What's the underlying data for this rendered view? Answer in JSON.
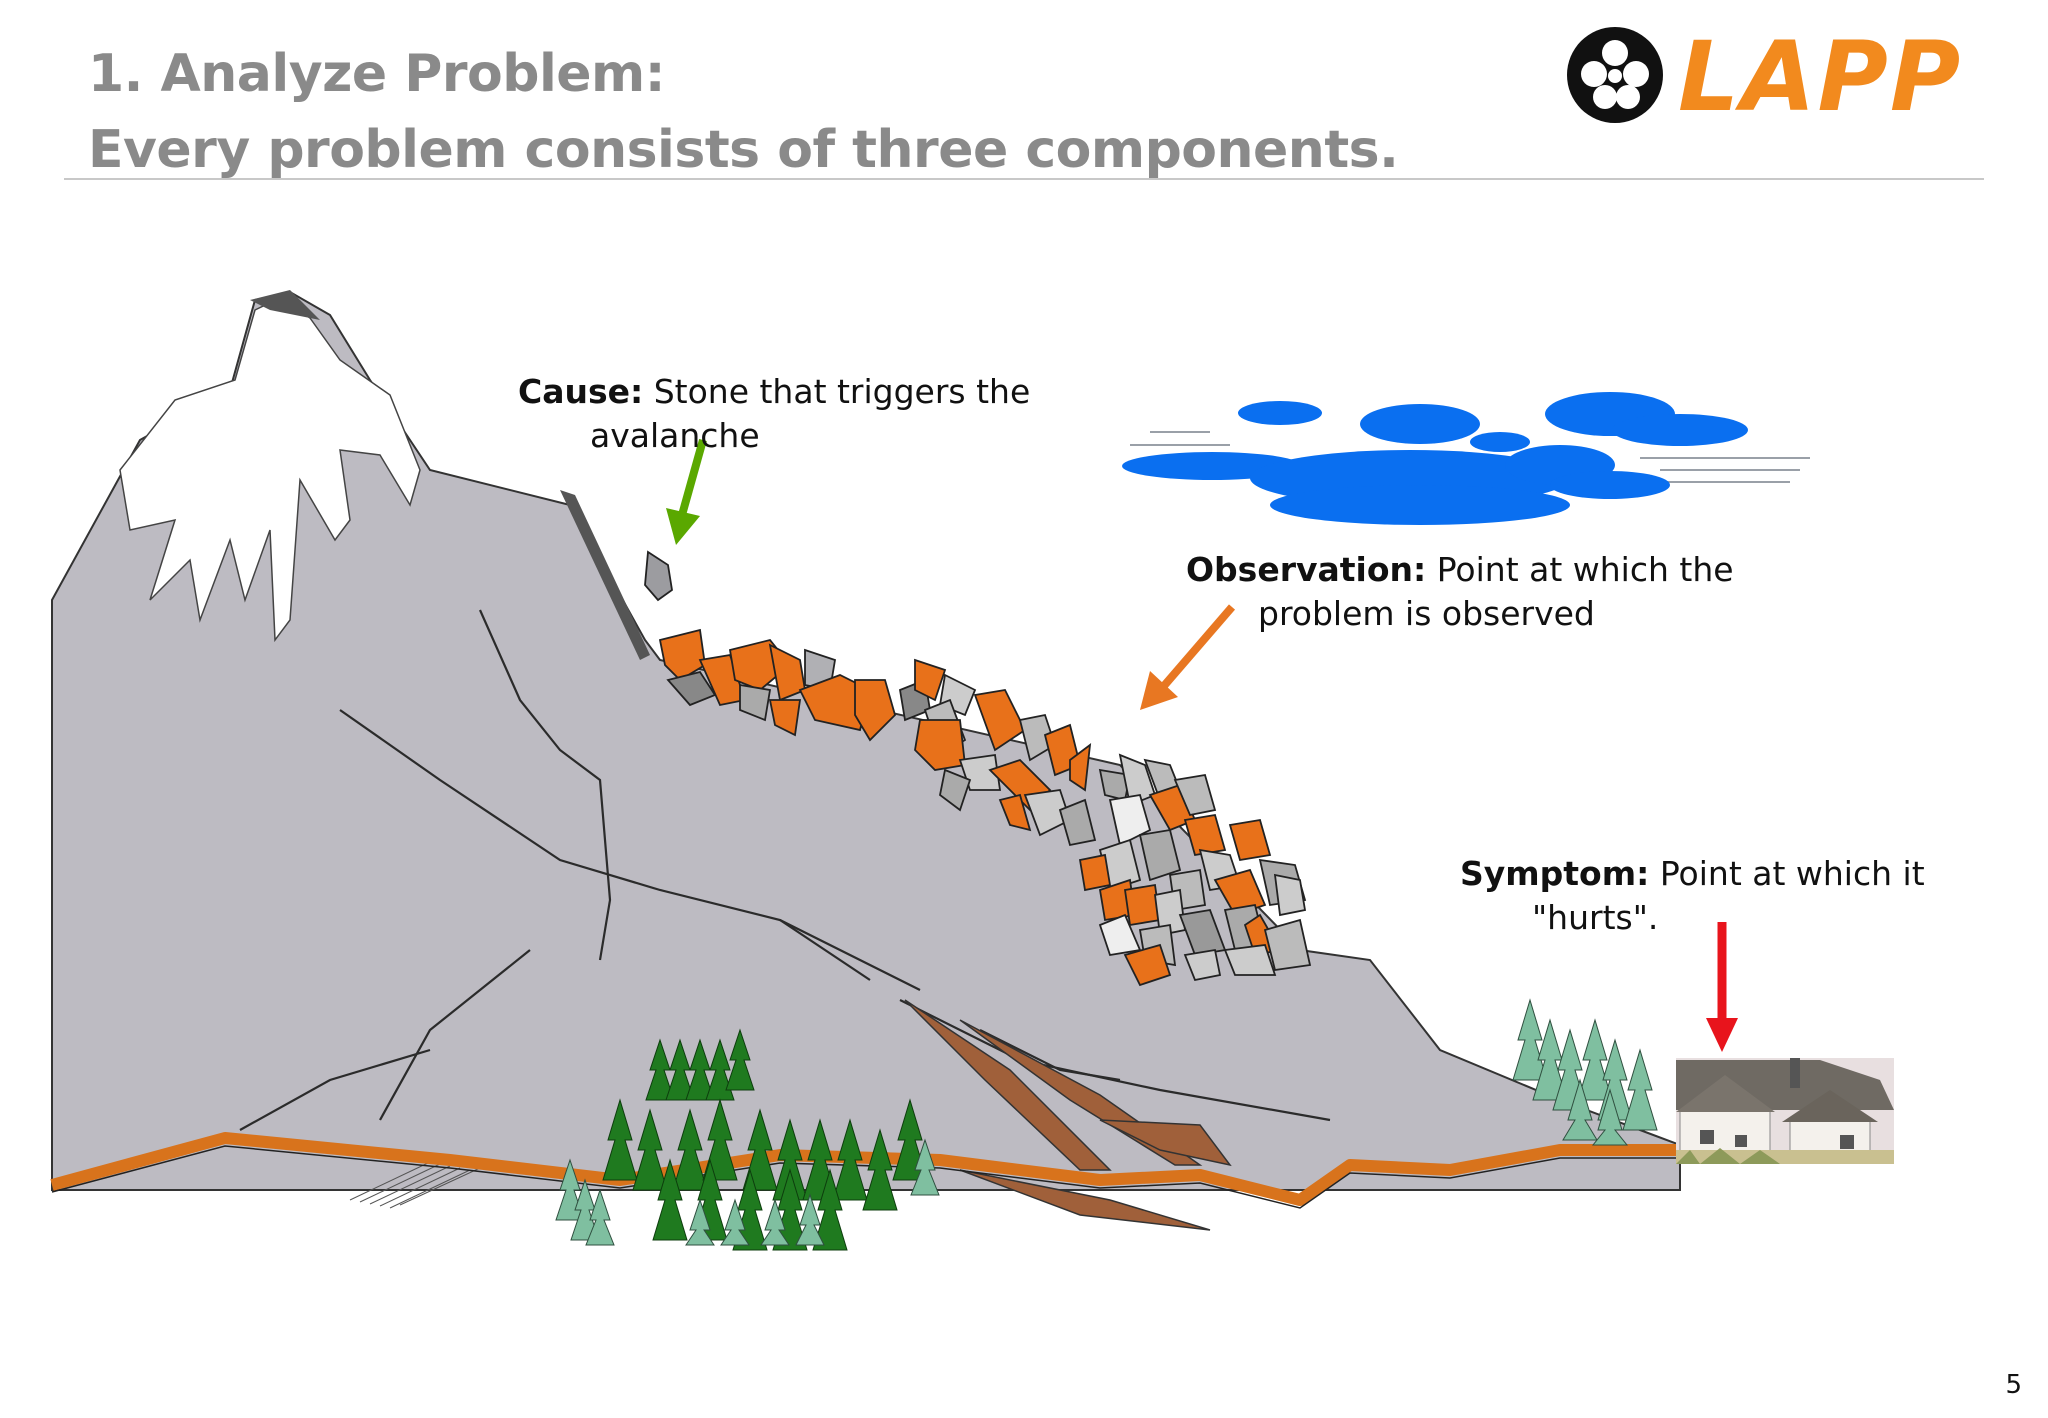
{
  "title": {
    "line1": "1. Analyze Problem:",
    "line2": "Every problem consists of three components."
  },
  "logo": {
    "text": "LAPP",
    "icon": "lapp-cable-cross-section-icon",
    "color": "#f28a1e"
  },
  "callouts": {
    "cause": {
      "label": "Cause:",
      "text_line1": "Stone that triggers the",
      "text_line2": "avalanche",
      "arrow_color": "#5aa800"
    },
    "observation": {
      "label": "Observation:",
      "text_line1": "Point at which the",
      "text_line2": "problem is observed",
      "arrow_color": "#e87722"
    },
    "symptom": {
      "label": "Symptom:",
      "text_line1": "Point at which it",
      "text_line2": "\"hurts\".",
      "arrow_color": "#e8141c"
    }
  },
  "page_number": "5",
  "colors": {
    "mountain": "#bdbbc2",
    "snow": "#ffffff",
    "rock_orange": "#e8711a",
    "rock_gray": "#a9a9ad",
    "cloud": "#0a6ff0",
    "ground_line": "#d8731c",
    "tree_dark": "#1f7a1f",
    "tree_light": "#7fbfa0"
  }
}
